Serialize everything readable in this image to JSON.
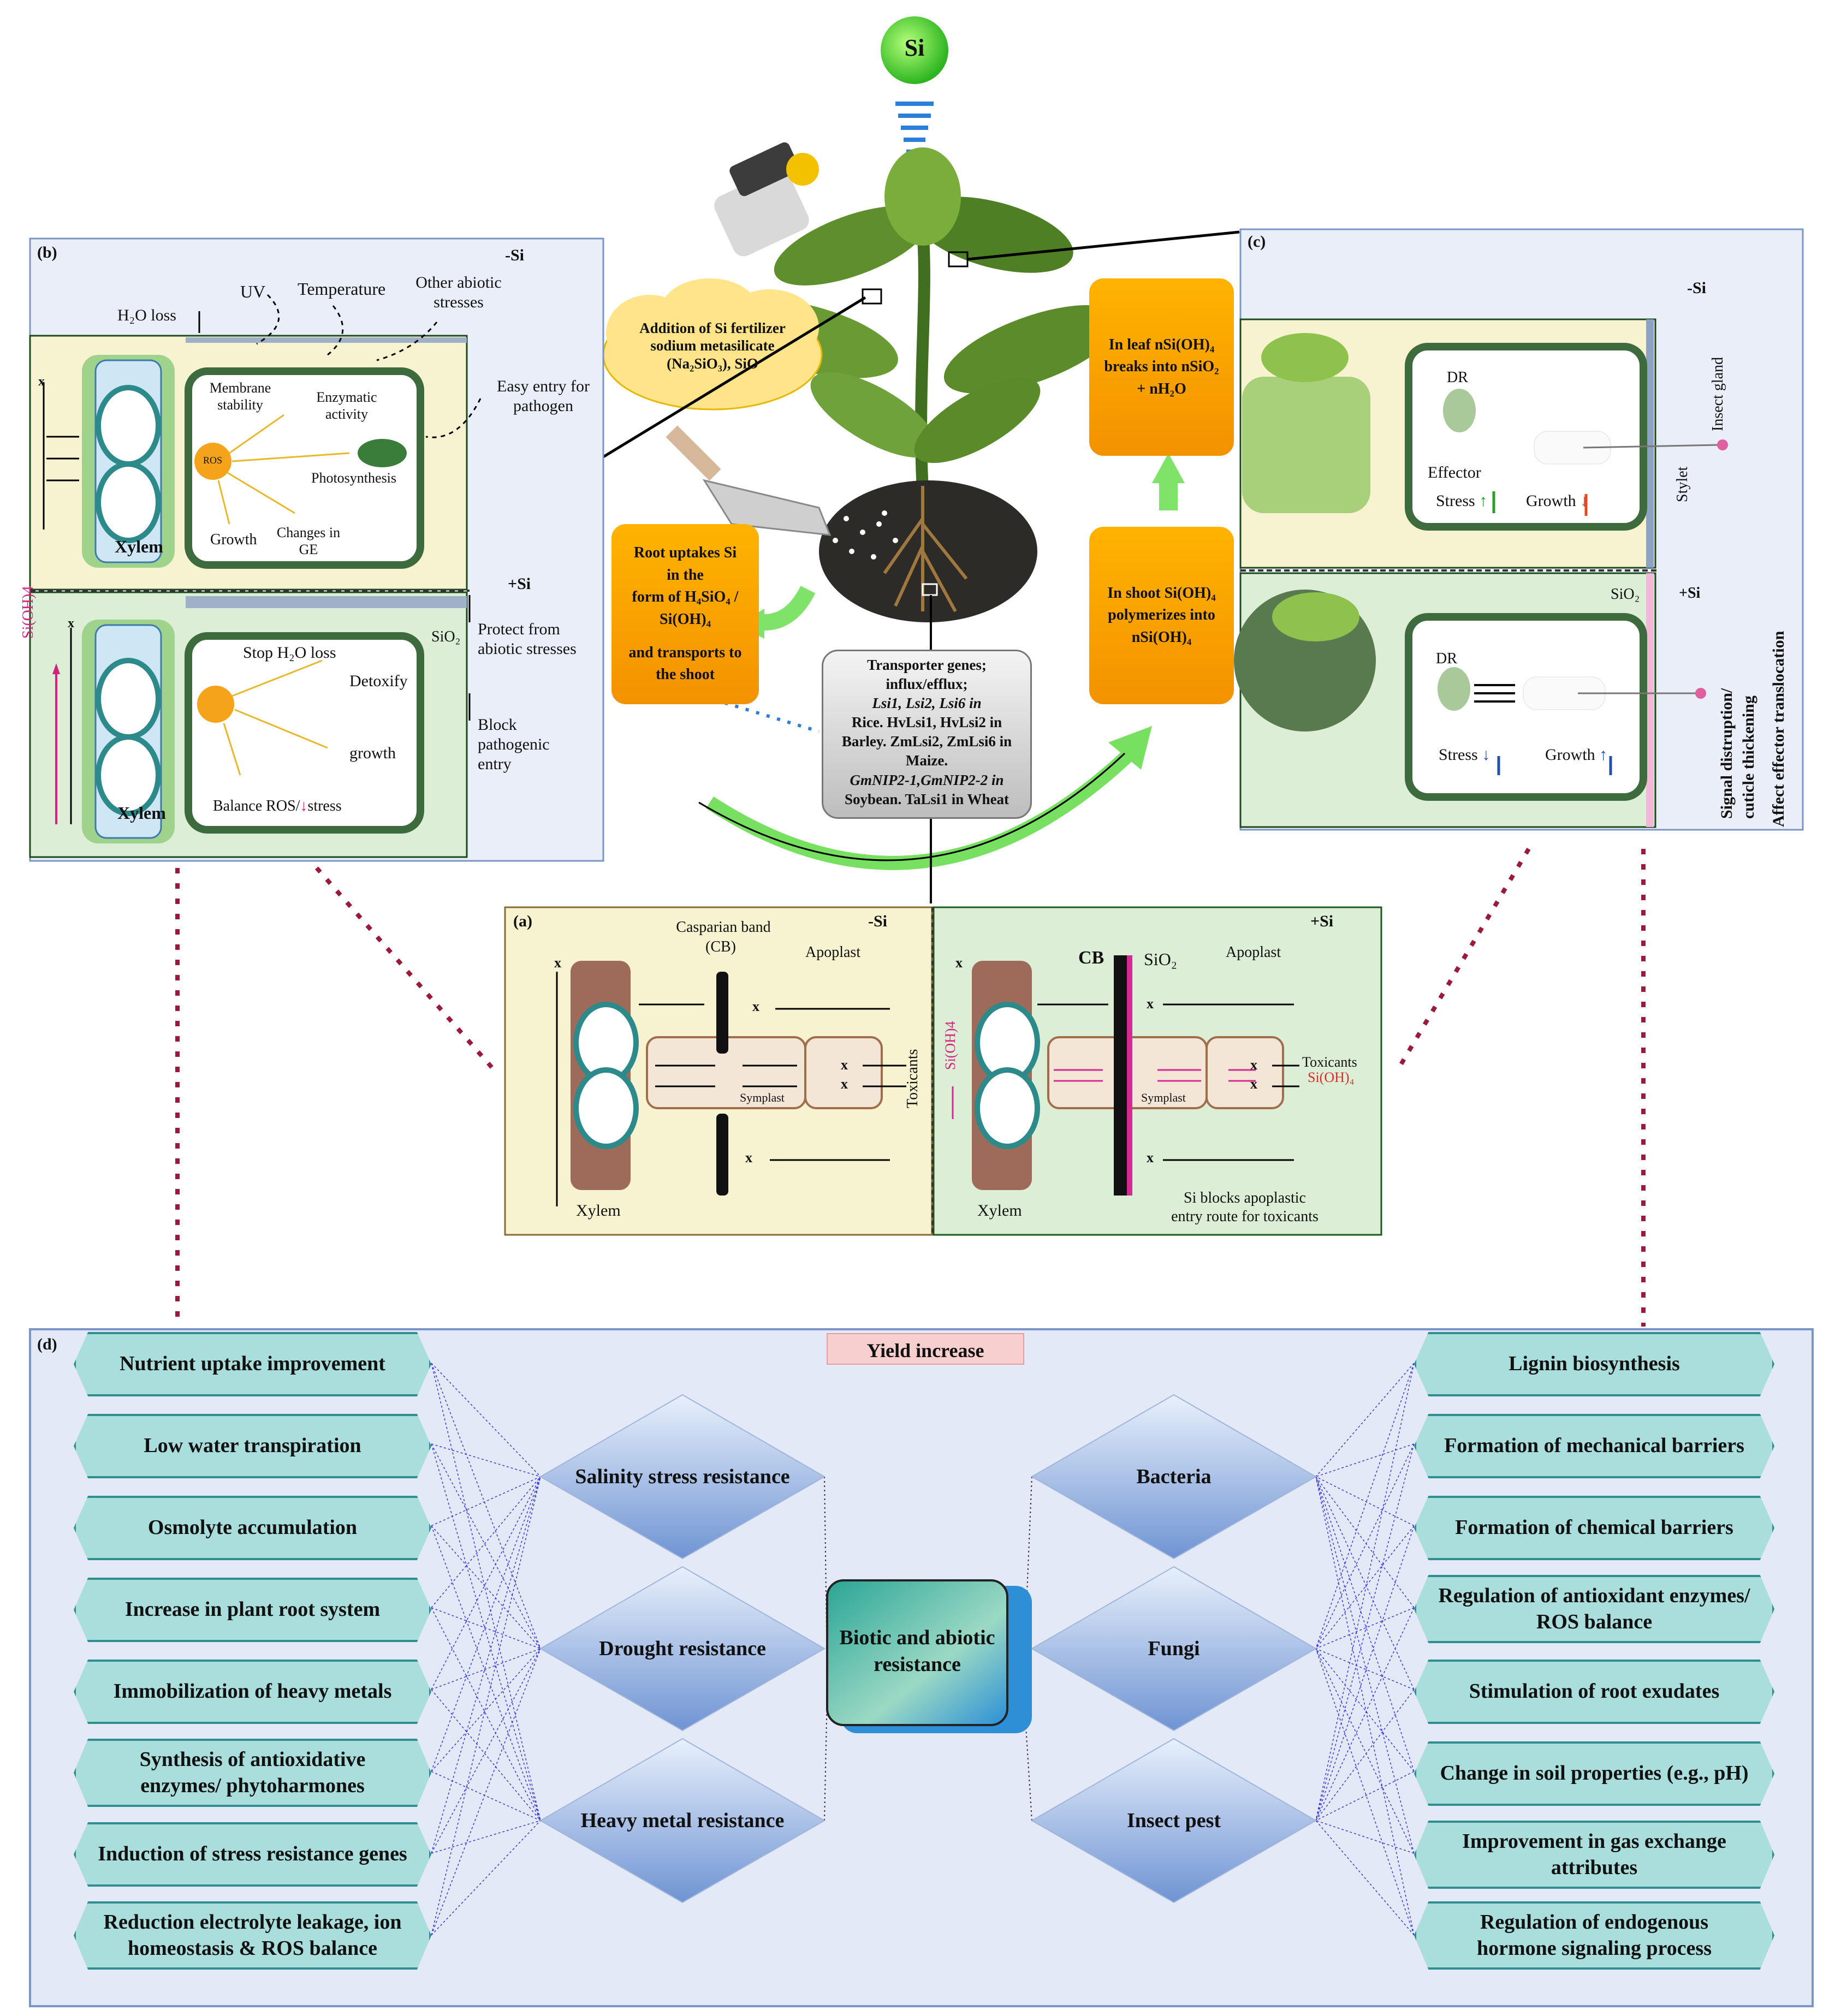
{
  "top": {
    "si_label": "Si",
    "cloud_text": "Addition of Si fertilizer sodium metasilicate (Na₂SiO₃), SiO",
    "root_box": [
      "Root uptakes Si",
      "in the",
      "form of H₄SiO₄ /",
      "Si(OH)₄",
      "",
      "and transports to",
      "the shoot"
    ],
    "shoot_box": [
      "In shoot Si(OH)₄",
      "polymerizes into",
      "nSi(OH)₄"
    ],
    "leaf_box": [
      "In leaf nSi(OH)₄",
      "breaks into nSiO₂",
      "+ nH₂O"
    ],
    "transporter_box": [
      "Transporter genes;",
      "influx/efflux;",
      "Lsi1, Lsi2, Lsi6 in",
      "Rice. HvLsi1, HvLsi2 in",
      "Barley. ZmLsi2, ZmLsi6 in",
      "Maize.",
      "GmNIP2-1,GmNIP2-2 in",
      "Soybean. TaLsi1 in Wheat"
    ]
  },
  "panel_b": {
    "label": "(b)",
    "minus_si": "-Si",
    "plus_si": "+Si",
    "h2o_loss": "H₂O loss",
    "uv": "UV",
    "temperature": "Temperature",
    "other_abiotic": "Other abiotic stresses",
    "easy_entry": "Easy entry for pathogen",
    "membrane": "Membrane stability",
    "enzymatic": "Enzymatic activity",
    "ros": "ROS",
    "photosynthesis": "Photosynthesis",
    "growth": "Growth",
    "changes_ge": "Changes in GE",
    "xylem": "Xylem",
    "x_mark": "x",
    "stop_h2o": "Stop H₂O loss",
    "detoxify": "Detoxify",
    "growth2": "growth",
    "balance": "Balance ROS/",
    "stress": "stress",
    "sio2": "SiO₂",
    "sioh4": "Si(OH)4",
    "protect": "Protect from abiotic stresses",
    "block": "Block pathogenic entry"
  },
  "panel_c": {
    "label": "(c)",
    "minus_si": "-Si",
    "plus_si": "+Si",
    "dr": "DR",
    "effector": "Effector",
    "stress": "Stress",
    "growth": "Growth",
    "insect_gland": "Insect gland",
    "stylet": "Stylet",
    "sio2": "SiO₂",
    "signal": "Signal distruption/",
    "cuticle": "cuticle thickening",
    "affect": "Affect effector translocation"
  },
  "panel_a": {
    "label": "(a)",
    "minus_si": "-Si",
    "plus_si": "+Si",
    "casparian": "Casparian band",
    "cb_paren": "(CB)",
    "apoplast": "Apoplast",
    "symplast": "Symplast",
    "toxicants": "Toxicants",
    "xylem": "Xylem",
    "cb": "CB",
    "sio2": "SiO₂",
    "sioh4_red": "Si(OH)₄",
    "sioh4_vert": "Si(OH)4",
    "si_blocks": "Si blocks apoplastic",
    "entry_route": "entry route for toxicants",
    "x_mark": "x"
  },
  "panel_d": {
    "label": "(d)",
    "yield": "Yield increase",
    "center": "Biotic and abiotic resistance",
    "left_items": [
      "Nutrient uptake improvement",
      "Low water transpiration",
      "Osmolyte accumulation",
      "Increase in plant root system",
      "Immobilization of heavy metals",
      "Synthesis of antioxidative enzymes/ phytoharmones",
      "Induction of stress resistance genes",
      "Reduction  electrolyte leakage, ion homeostasis & ROS balance"
    ],
    "left_diamonds": [
      "Salinity stress resistance",
      "Drought resistance",
      "Heavy metal resistance"
    ],
    "right_diamonds": [
      "Bacteria",
      "Fungi",
      "Insect pest"
    ],
    "right_items": [
      "Lignin biosynthesis",
      "Formation of mechanical barriers",
      "Formation of chemical barriers",
      "Regulation of antioxidant enzymes/ ROS balance",
      "Stimulation of root exudates",
      "Change in soil properties (e.g., pH)",
      "Improvement in gas exchange attributes",
      "Regulation of endogenous hormone signaling process"
    ]
  }
}
